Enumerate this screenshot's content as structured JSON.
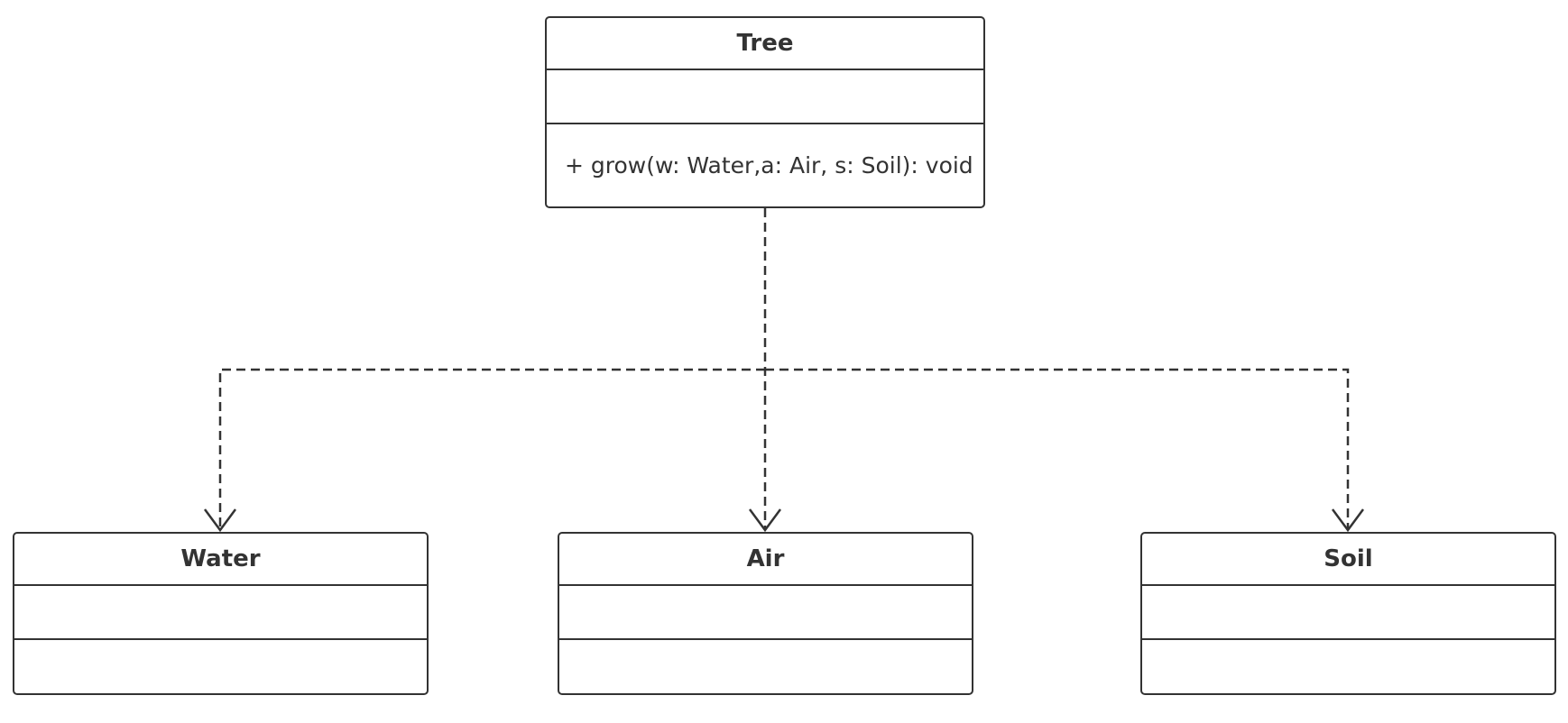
{
  "diagram": {
    "classes": {
      "tree": {
        "name": "Tree",
        "attributes": [],
        "operations": [
          "+ grow(w: Water,a: Air, s: Soil): void"
        ]
      },
      "water": {
        "name": "Water",
        "attributes": [],
        "operations": []
      },
      "air": {
        "name": "Air",
        "attributes": [],
        "operations": []
      },
      "soil": {
        "name": "Soil",
        "attributes": [],
        "operations": []
      }
    },
    "relationships": [
      {
        "type": "dependency",
        "from": "Tree",
        "to": "Water"
      },
      {
        "type": "dependency",
        "from": "Tree",
        "to": "Air"
      },
      {
        "type": "dependency",
        "from": "Tree",
        "to": "Soil"
      }
    ],
    "colors": {
      "stroke": "#333333",
      "fill": "#ffffff",
      "text": "#333333"
    }
  }
}
